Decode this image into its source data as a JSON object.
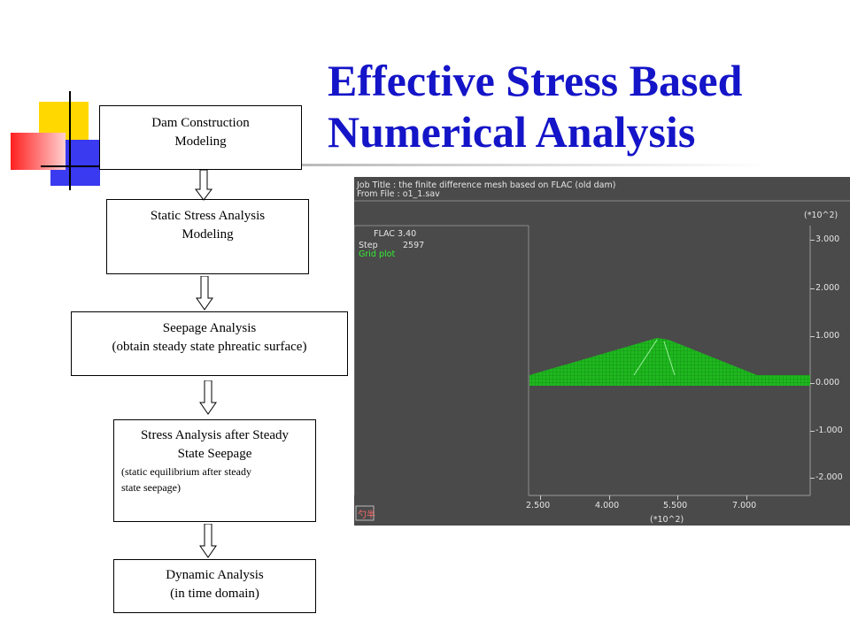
{
  "title": {
    "line1": "Effective Stress Based",
    "line2": "Numerical Analysis"
  },
  "flow": [
    {
      "lines": [
        "Dam Construction",
        "Modeling"
      ]
    },
    {
      "lines": [
        "Static Stress Analysis",
        "Modeling"
      ]
    },
    {
      "lines": [
        "Seepage Analysis",
        "(obtain steady state phreatic surface)"
      ]
    },
    {
      "lines": [
        "Stress Analysis after Steady",
        "State Seepage"
      ],
      "note": [
        "(static equilibrium  after steady",
        "state seepage)"
      ]
    },
    {
      "lines": [
        "Dynamic Analysis",
        "(in time domain)"
      ]
    }
  ],
  "flac_panel": {
    "job_title": "Job Title : the finite difference mesh based on FLAC (old dam)",
    "from_file": "From File : o1_1.sav",
    "version": "FLAC 3.40",
    "step_label": "Step",
    "step_value": "2597",
    "plot_label": "Grid plot",
    "y_multiplier": "(*10^2)",
    "y_ticks": [
      "3.000",
      "2.000",
      "1.000",
      "0.000",
      "-1.000",
      "-2.000"
    ],
    "x_ticks": [
      "2.500",
      "4.000",
      "5.500",
      "7.000"
    ],
    "x_multiplier": "(*10^2)",
    "corner_glyphs": "勺半",
    "colors": {
      "background": "#4a4a4a",
      "grid": "#22cc22",
      "label": "#33ee33"
    }
  }
}
